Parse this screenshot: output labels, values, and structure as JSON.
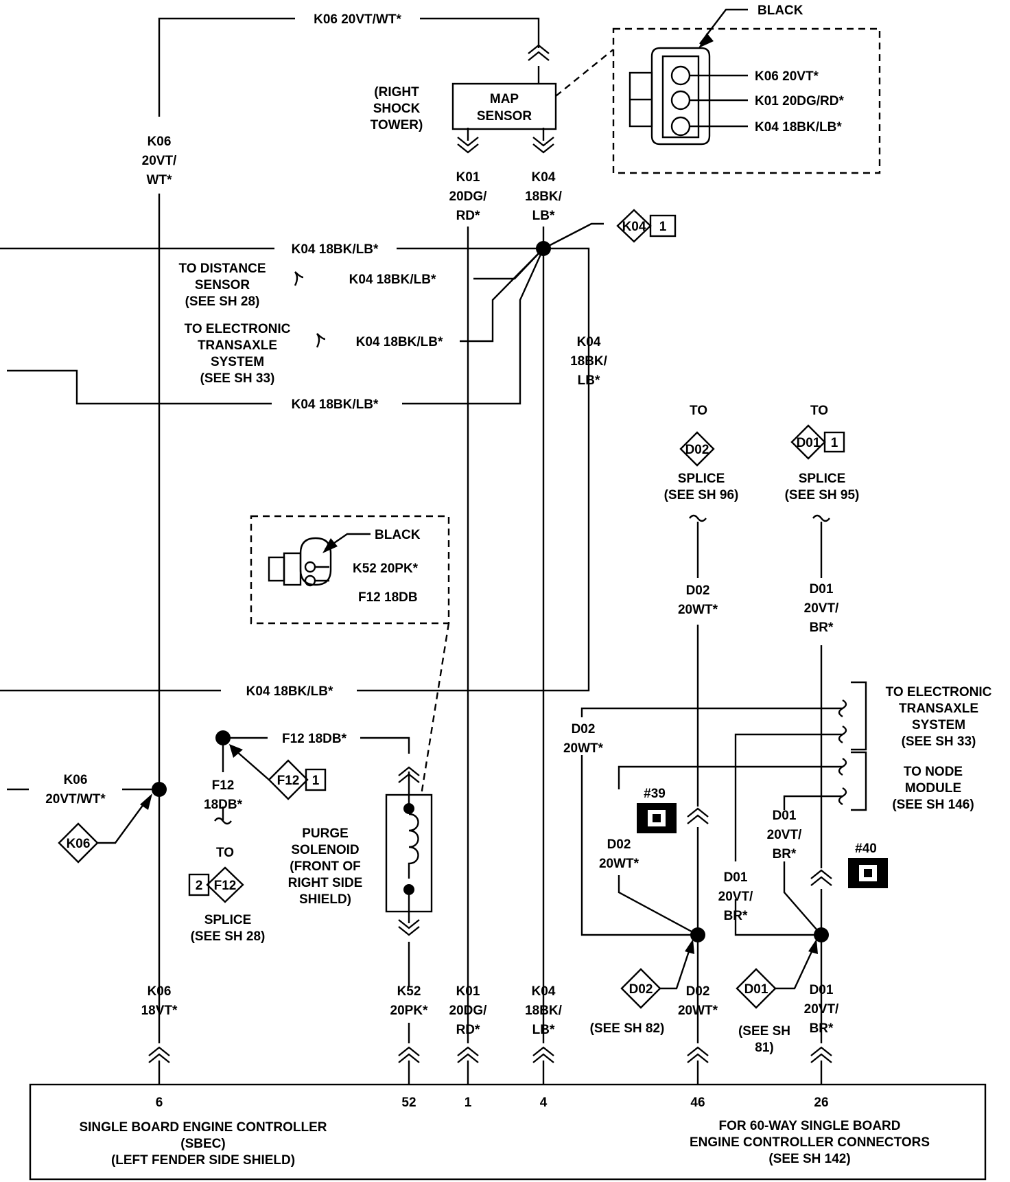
{
  "map_sensor": {
    "location": [
      "(RIGHT",
      "SHOCK",
      "TOWER)"
    ],
    "name": [
      "MAP",
      "SENSOR"
    ],
    "connector": {
      "color": "BLACK",
      "pins": [
        "K06 20VT*",
        "K01 20DG/RD*",
        "K04 18BK/LB*"
      ]
    }
  },
  "top_wire": "K06 20VT/WT*",
  "k06_left": [
    "K06",
    "20VT/",
    "WT*"
  ],
  "k01_map": [
    "K01",
    "20DG/",
    "RD*"
  ],
  "k04_map": [
    "K04",
    "18BK/",
    "LB*"
  ],
  "k04_splice_tag": "K04",
  "k04_splice_num": "1",
  "k04_runs": [
    "K04 18BK/LB*",
    "K04 18BK/LB*",
    "K04 18BK/LB*",
    "K04 18BK/LB*",
    "K04 18BK/LB*"
  ],
  "distance_sensor": [
    "TO DISTANCE",
    "SENSOR",
    "(SEE SH 28)"
  ],
  "ets_left": [
    "TO ELECTRONIC",
    "TRANSAXLE",
    "SYSTEM",
    "(SEE  SH 33)"
  ],
  "k04_right": [
    "K04",
    "18BK/",
    "LB*"
  ],
  "purge_connector": {
    "color": "BLACK",
    "pins": [
      "K52 20PK*",
      "F12 18DB"
    ]
  },
  "d02_top": {
    "to": "TO",
    "tag": "D02",
    "splice": [
      "SPLICE",
      "(SEE SH 96)"
    ],
    "wire": [
      "D02",
      "20WT*"
    ]
  },
  "d01_top": {
    "to": "TO",
    "tag": "D01",
    "num": "1",
    "splice": [
      "SPLICE",
      "(SEE SH 95)"
    ],
    "wire": [
      "D01",
      "20VT/",
      "BR*"
    ]
  },
  "ets_right": [
    "TO ELECTRONIC",
    "TRANSAXLE",
    "SYSTEM",
    "(SEE SH 33)"
  ],
  "node_module": [
    "TO NODE",
    "MODULE",
    "(SEE SH 146)"
  ],
  "d02_left": [
    "D02",
    "20WT*"
  ],
  "d01_node": [
    "D01",
    "20VT/",
    "BR*"
  ],
  "d02_mid": [
    "D02",
    "20WT*"
  ],
  "d01_mid": [
    "D01",
    "20VT/",
    "BR*"
  ],
  "ground39": "#39",
  "ground40": "#40",
  "k06_mid": [
    "K06",
    "20VT/WT*"
  ],
  "k06_tag": "K06",
  "f12_run": "F12 18DB*",
  "f12_vert": [
    "F12",
    "18DB*"
  ],
  "f12_tag": "F12",
  "f12_num": "1",
  "f12_splice": {
    "to": "TO",
    "num": "2",
    "tag": "F12",
    "splice": [
      "SPLICE",
      "(SEE SH 28)"
    ]
  },
  "purge": [
    "PURGE",
    "SOLENOID",
    "(FRONT OF",
    "RIGHT SIDE",
    "SHIELD)"
  ],
  "bottom_wires": {
    "k06": [
      "K06",
      "18VT*"
    ],
    "k52": [
      "K52",
      "20PK*"
    ],
    "k01": [
      "K01",
      "20DG/",
      "RD*"
    ],
    "k04": [
      "K04",
      "18BK/",
      "LB*"
    ],
    "d02": [
      "D02",
      "20WT*"
    ],
    "d01": [
      "D01",
      "20VT/",
      "BR*"
    ]
  },
  "d02_tag": "D02",
  "d01_tag": "D01",
  "see_sh82": "(SEE SH 82)",
  "see_sh81": [
    "(SEE SH",
    "81)"
  ],
  "pins": [
    "6",
    "52",
    "1",
    "4",
    "46",
    "26"
  ],
  "sbec": [
    "SINGLE BOARD ENGINE CONTROLLER",
    "(SBEC)",
    "(LEFT FENDER SIDE SHIELD)"
  ],
  "connectors_note": [
    "FOR 60-WAY SINGLE BOARD",
    "ENGINE CONTROLLER CONNECTORS",
    "(SEE SH 142)"
  ]
}
